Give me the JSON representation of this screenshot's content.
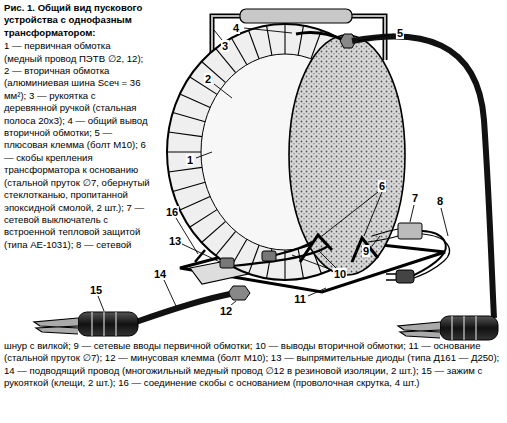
{
  "diagram": {
    "title": "Рис. 1. Общий вид пускового устройства с однофазным трансформатором:",
    "caption": "1 — первичная обмотка (медный провод ПЭТВ ∅2, 12); 2 — вторичная обмотка (алюминиевая шина Sсеч = 36 мм²); 3 — рукоятка с деревянной ручкой (стальная полоса 20х3); 4 — общий вывод вторичной обмотки; 5 — плюсовая клемма (болт М10); 6 — скобы крепления трансформатора к основанию (стальной пруток ∅7, обернутый стеклотканью, пропитанной эпоксидной смолой, 2 шт.); 7 — сетевой выключатель с встроенной тепловой защитой (типа АЕ-1031); 8 — сетевой шнур с вилкой; 9 — сетевые вводы первичной обмотки; 10 — выводы вторичной обмотки; 11 — основание (стальной пруток ∅7); 12 — минусовая клемма (болт М10); 13 — выпрямительные диоды (типа Д161 — Д250); 14 — подводящий провод (многожильный медный провод ∅12 в резиновой изоляции, 2 шт.); 15 — зажим с рукояткой (клещи, 2 шт.); 16 — соединение скобы с основанием (проволочная скрутка, 4 шт.)",
    "labels": [
      "1",
      "2",
      "3",
      "4",
      "5",
      "6",
      "7",
      "8",
      "9",
      "10",
      "11",
      "12",
      "13",
      "14",
      "15",
      "16"
    ]
  }
}
